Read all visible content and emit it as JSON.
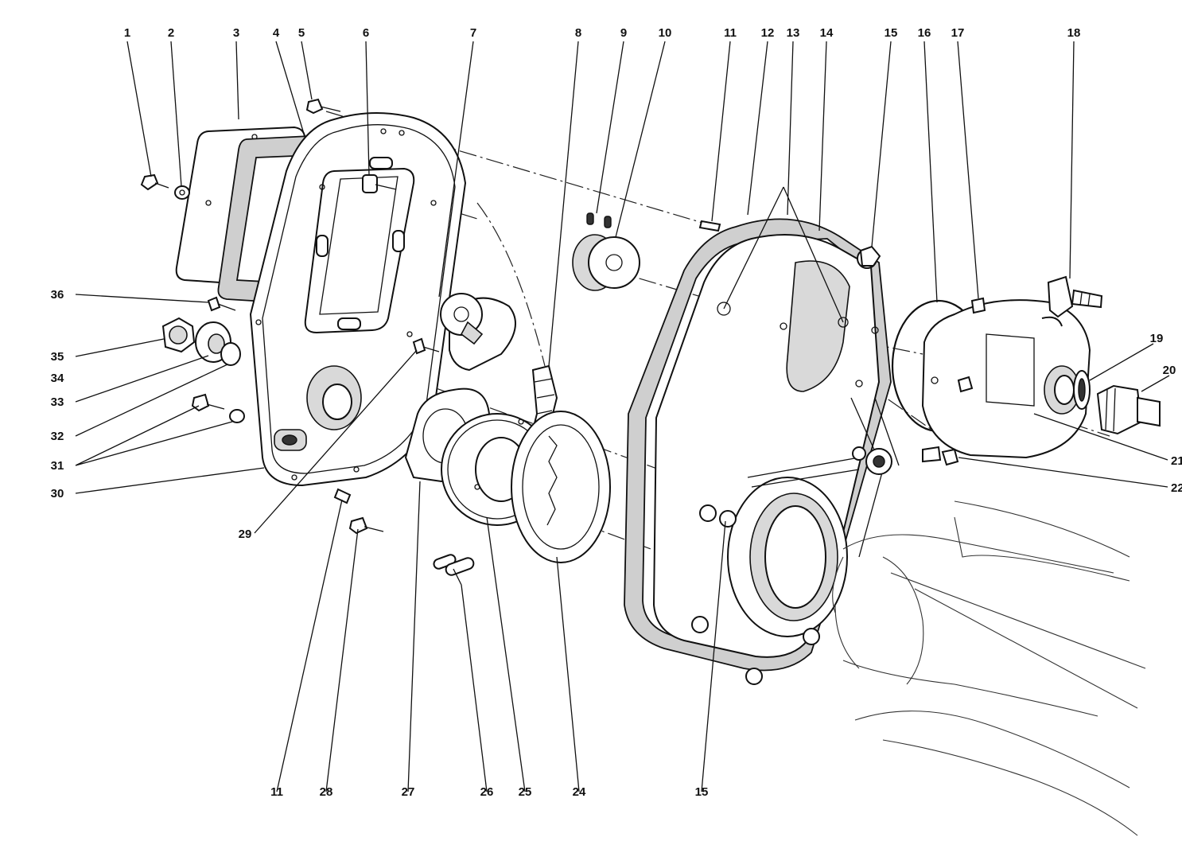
{
  "callouts": {
    "c1": "1",
    "c2": "2",
    "c3": "3",
    "c4": "4",
    "c5": "5",
    "c6": "6",
    "c7": "7",
    "c8": "8",
    "c9": "9",
    "c10": "10",
    "c11_top": "11",
    "c12": "12",
    "c13": "13",
    "c14": "14",
    "c15_top": "15",
    "c16": "16",
    "c17": "17",
    "c18": "18",
    "c19": "19",
    "c20": "20",
    "c21": "21",
    "c22": "22",
    "c11_bottom": "11",
    "c28": "28",
    "c27": "27",
    "c26": "26",
    "c25": "25",
    "c24": "24",
    "c15_bottom": "15",
    "c29": "29",
    "c30": "30",
    "c31": "31",
    "c32": "32",
    "c33": "33",
    "c34": "34",
    "c35": "35",
    "c36": "36"
  },
  "colors": {
    "ink": "#111111",
    "gasket_fill": "#cfcfcf",
    "background": "#ffffff"
  }
}
